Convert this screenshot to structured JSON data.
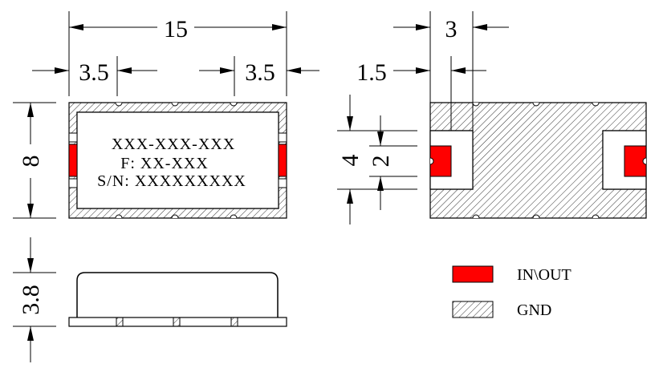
{
  "dimensions": {
    "overall_width": "15",
    "pad_left_width": "3.5",
    "pad_right_width": "3.5",
    "overall_height": "8",
    "body_height": "3.8",
    "bottom_pad_width": "3",
    "bottom_pad_offset": "1.5",
    "pad_pitch_outer": "4",
    "pad_pitch_inner": "2"
  },
  "marking": {
    "part_number": "XXX-XXX-XXX",
    "frequency": "F: XX-XXX",
    "serial": "S/N: XXXXXXXXX"
  },
  "legend": {
    "io_label": "IN\\OUT",
    "gnd_label": "GND"
  },
  "colors": {
    "io_pad": "#ff0000",
    "outline": "#000000",
    "hatch": "#000000"
  }
}
